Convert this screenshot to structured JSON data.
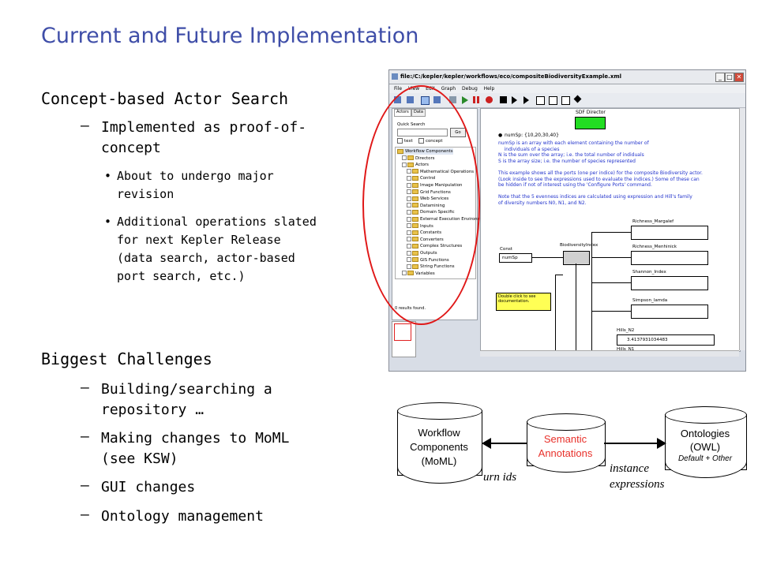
{
  "slide": {
    "title": "Current and Future Implementation"
  },
  "outline": {
    "section1": {
      "heading": "Concept-based Actor Search",
      "item1": {
        "dash": "–",
        "text": "Implemented as proof-of-concept"
      },
      "sub1": {
        "dot": "•",
        "text": "About to undergo major revision"
      },
      "sub2": {
        "dot": "•",
        "text": "Additional operations slated for next Kepler Release (data search, actor-based port search, etc.)"
      }
    },
    "section2": {
      "heading": "Biggest Challenges",
      "items": [
        {
          "dash": "–",
          "text": "Building/searching a repository …"
        },
        {
          "dash": "–",
          "text": "Making changes to MoML (see KSW)"
        },
        {
          "dash": "–",
          "text": "GUI changes"
        },
        {
          "dash": "–",
          "text": "Ontology management"
        }
      ]
    }
  },
  "screenshot": {
    "window_title": "file:/C:/kepler/kepler/workflows/eco/compositeBiodiversityExample.xml",
    "window_buttons": [
      "_",
      "□",
      "✕"
    ],
    "menu": [
      "File",
      "View",
      "Edit",
      "Graph",
      "Debug",
      "Help"
    ],
    "tabs": [
      "Actors",
      "Data"
    ],
    "quick_search_label": "Quick Search",
    "go_label": "Go",
    "checkbox_text": "text",
    "checkbox_concept": "concept",
    "tree": [
      {
        "label": "Workflow Components",
        "indent": 0,
        "header": true
      },
      {
        "label": "Directors",
        "indent": 1
      },
      {
        "label": "Actors",
        "indent": 1
      },
      {
        "label": "Mathematical Operations",
        "indent": 2
      },
      {
        "label": "Control",
        "indent": 2
      },
      {
        "label": "Image Manipulation",
        "indent": 2
      },
      {
        "label": "Grid Functions",
        "indent": 2
      },
      {
        "label": "Web Services",
        "indent": 2
      },
      {
        "label": "Datamining",
        "indent": 2
      },
      {
        "label": "Domain Specific",
        "indent": 2
      },
      {
        "label": "External Execution Environme",
        "indent": 2
      },
      {
        "label": "Inputs",
        "indent": 2
      },
      {
        "label": "Constants",
        "indent": 2
      },
      {
        "label": "Converters",
        "indent": 2
      },
      {
        "label": "Complex Structures",
        "indent": 2
      },
      {
        "label": "Outputs",
        "indent": 2
      },
      {
        "label": "GIS Functions",
        "indent": 2
      },
      {
        "label": "String Functions",
        "indent": 2
      },
      {
        "label": "Variables",
        "indent": 1
      }
    ],
    "results_text": "0 results found.",
    "sdf_director": "SDF Director",
    "numsp_param": "numSp: {10,20,30,40}",
    "notes": [
      "numSp is an array with each element containing the number of",
      "    individuals of a species",
      "N is the sum over the array; i.e. the total number of indiduals",
      "S is the array size; i.e. the number of species represented",
      "",
      "This example shows all the ports (one per indice) for the composite Biodiversity actor.",
      "(Look inside to see the expressions used to evaluate the indices.) Some of these can",
      "be hidden if not of interest using the 'Configure Ports' command.",
      "",
      "Note that the 5 evenness indices are calculated using expression and Hill's family",
      "of diversity numbers N0, N1, and N2."
    ],
    "const_label": "Const",
    "const_value": "numSp",
    "biodiversity_label": "BiodiversityIndex",
    "outputs": [
      "Richness_Margalef",
      "Richness_Menhinick",
      "Shannon_Index",
      "Simpson_lamda"
    ],
    "hills_n2_label": "Hills_N2",
    "hills_n2_value": "3.4137931034483",
    "hills_n1_label": "Hills_N1",
    "note_box": "Double click to see documentation."
  },
  "diagram": {
    "workflow": [
      "Workflow",
      "Components",
      "(MoML)"
    ],
    "semantic": [
      "Semantic",
      "Annotations"
    ],
    "ontologies": [
      "Ontologies",
      "(OWL)"
    ],
    "ontologies_sub": "Default + Other",
    "urn_ids": "urn ids",
    "instance_expressions": [
      "instance",
      "expressions"
    ],
    "semantic_color": "#e8302a"
  }
}
